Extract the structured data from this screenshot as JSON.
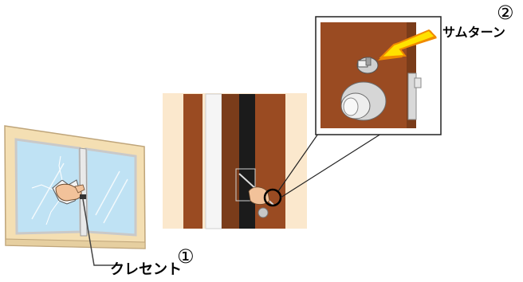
{
  "labels": {
    "crescent": {
      "number": "①",
      "text": "クレセント"
    },
    "thumbturn": {
      "number": "②",
      "text": "サムターン"
    }
  },
  "colors": {
    "window_frame": "#f4dfb3",
    "glass": "#bfe2f4",
    "door_brown": "#9a4b22",
    "background_peach": "#fbe8cd",
    "arrow_yellow": "#ffe100",
    "arrow_orange": "#f08a00"
  }
}
